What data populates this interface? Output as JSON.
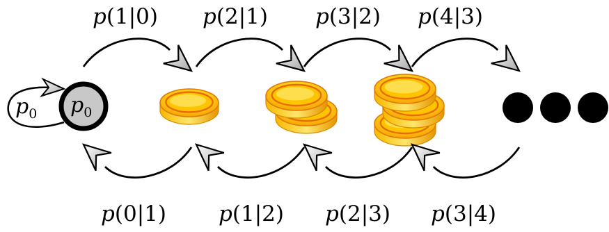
{
  "state0": {
    "label_var": "p",
    "label_sub": "0"
  },
  "self_loop": {
    "label_var": "p",
    "label_sub": "0"
  },
  "forward": [
    {
      "fn": "p",
      "a": "1",
      "b": "0"
    },
    {
      "fn": "p",
      "a": "2",
      "b": "1"
    },
    {
      "fn": "p",
      "a": "3",
      "b": "2"
    },
    {
      "fn": "p",
      "a": "4",
      "b": "3"
    }
  ],
  "backward": [
    {
      "fn": "p",
      "a": "0",
      "b": "1"
    },
    {
      "fn": "p",
      "a": "1",
      "b": "2"
    },
    {
      "fn": "p",
      "a": "2",
      "b": "3"
    },
    {
      "fn": "p",
      "a": "3",
      "b": "4"
    }
  ],
  "coin_stacks": [
    1,
    2,
    3
  ],
  "ellipsis_dots": 3
}
